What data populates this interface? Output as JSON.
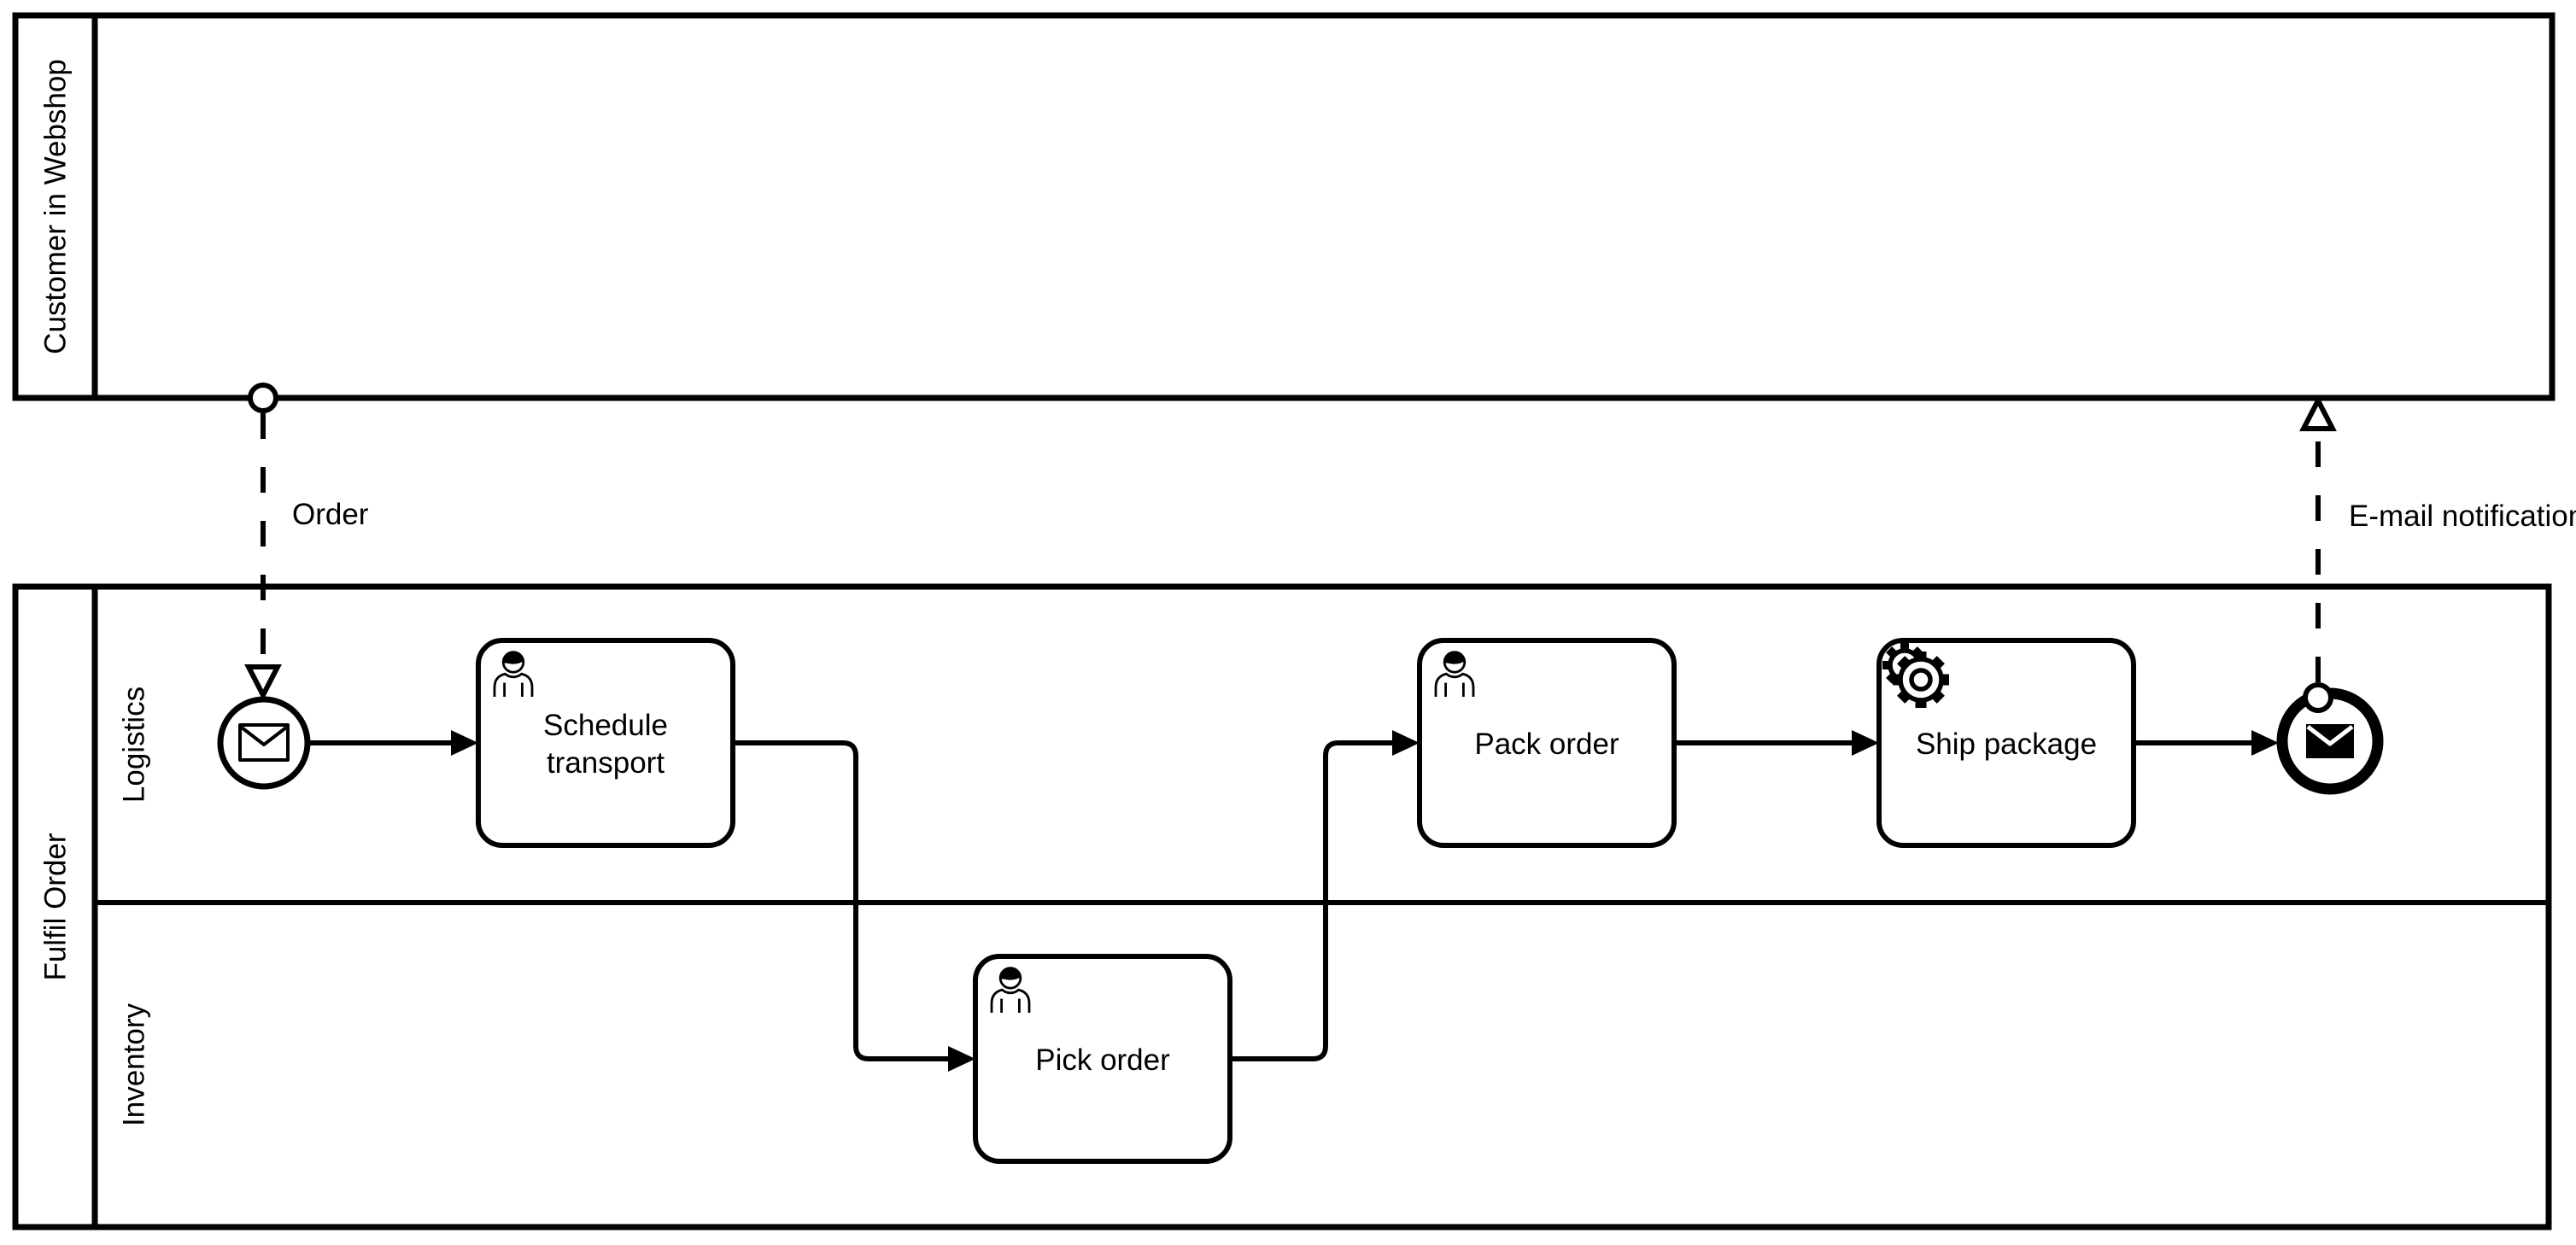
{
  "diagram": {
    "kind": "BPMN collaboration diagram",
    "colors": {
      "background": "#ffffff",
      "ink": "#000000"
    },
    "pools": [
      {
        "name": "Customer in Webshop",
        "lanes": []
      },
      {
        "name": "Fulfil Order",
        "lanes": [
          {
            "name": "Logistics"
          },
          {
            "name": "Inventory"
          }
        ]
      }
    ],
    "events": [
      {
        "id": "start",
        "kind": "message-start-event",
        "icon": "envelope-icon"
      },
      {
        "id": "end",
        "kind": "message-end-event",
        "icon": "envelope-icon"
      }
    ],
    "tasks": [
      {
        "id": "schedule-transport",
        "type": "user-task",
        "icon": "user-icon",
        "label_lines": [
          "Schedule",
          "transport"
        ]
      },
      {
        "id": "pick-order",
        "type": "user-task",
        "icon": "user-icon",
        "label_lines": [
          "Pick order"
        ]
      },
      {
        "id": "pack-order",
        "type": "user-task",
        "icon": "user-icon",
        "label_lines": [
          "Pack order"
        ]
      },
      {
        "id": "ship-package",
        "type": "service-task",
        "icon": "gears-icon",
        "label_lines": [
          "Ship package"
        ]
      }
    ],
    "message_flows": [
      {
        "label": "Order",
        "from": "Customer in Webshop",
        "to": "message-start-event"
      },
      {
        "label": "E-mail notification",
        "from": "message-end-event",
        "to": "Customer in Webshop"
      }
    ]
  }
}
